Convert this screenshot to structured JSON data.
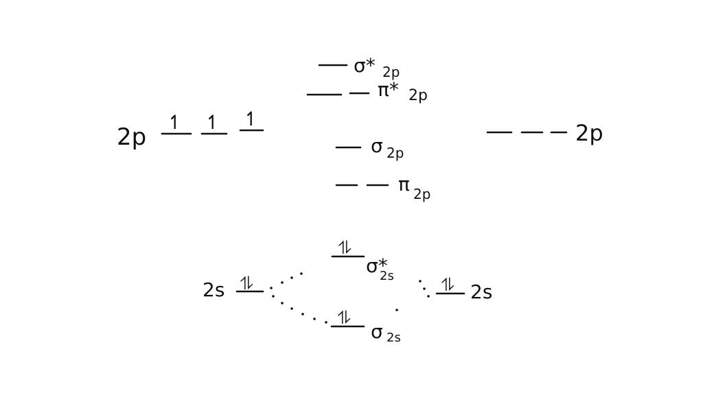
{
  "diagram": {
    "colors": {
      "ink": "#111111",
      "background": "#ffffff"
    },
    "left_atom": {
      "p_label": "2p",
      "p_electrons": [
        "↿",
        "↿",
        "↿"
      ],
      "s_label": "2s",
      "s_electrons": "⥮"
    },
    "right_atom": {
      "p_label": "2p",
      "s_label": "2s",
      "s_electrons": "⥮"
    },
    "molecular_orbitals": {
      "sigma_star_2p": {
        "symbol": "σ*",
        "subscript": "2p"
      },
      "pi_star_2p": {
        "symbol": "π*",
        "subscript": "2p"
      },
      "sigma_2p": {
        "symbol": "σ",
        "subscript": "2p"
      },
      "pi_2p": {
        "symbol": "π",
        "subscript": "2p"
      },
      "sigma_star_2s": {
        "symbol": "σ*",
        "subscript": "2s",
        "electrons": "⥮"
      },
      "sigma_2s": {
        "symbol": "σ",
        "subscript": "2s",
        "electrons": "⥮"
      }
    }
  }
}
